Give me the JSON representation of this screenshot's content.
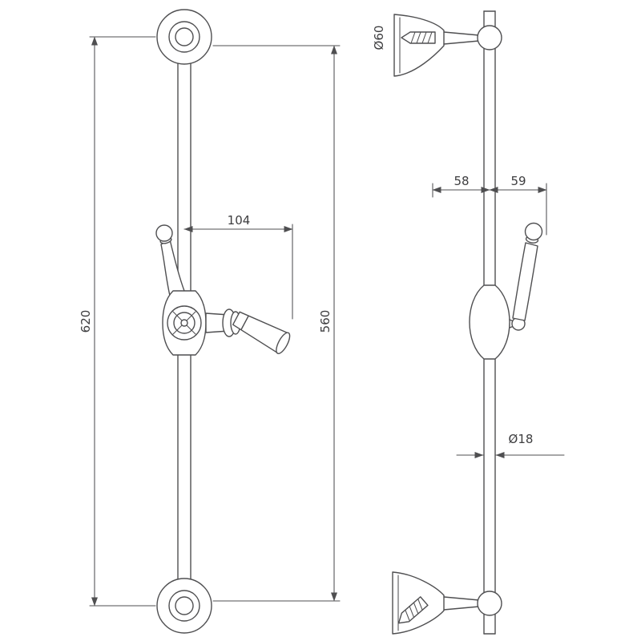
{
  "colors": {
    "background": "#ffffff",
    "line": "#4f4f51",
    "text": "#3d3d3f"
  },
  "views": {
    "front": {
      "dims": {
        "overall": "620",
        "centers": "560",
        "holder": "104"
      }
    },
    "side": {
      "dims": {
        "flange_diameter": "Ø60",
        "wall_to_rail": "58",
        "rail_to_handle": "59",
        "rail_diameter": "Ø18"
      }
    }
  }
}
